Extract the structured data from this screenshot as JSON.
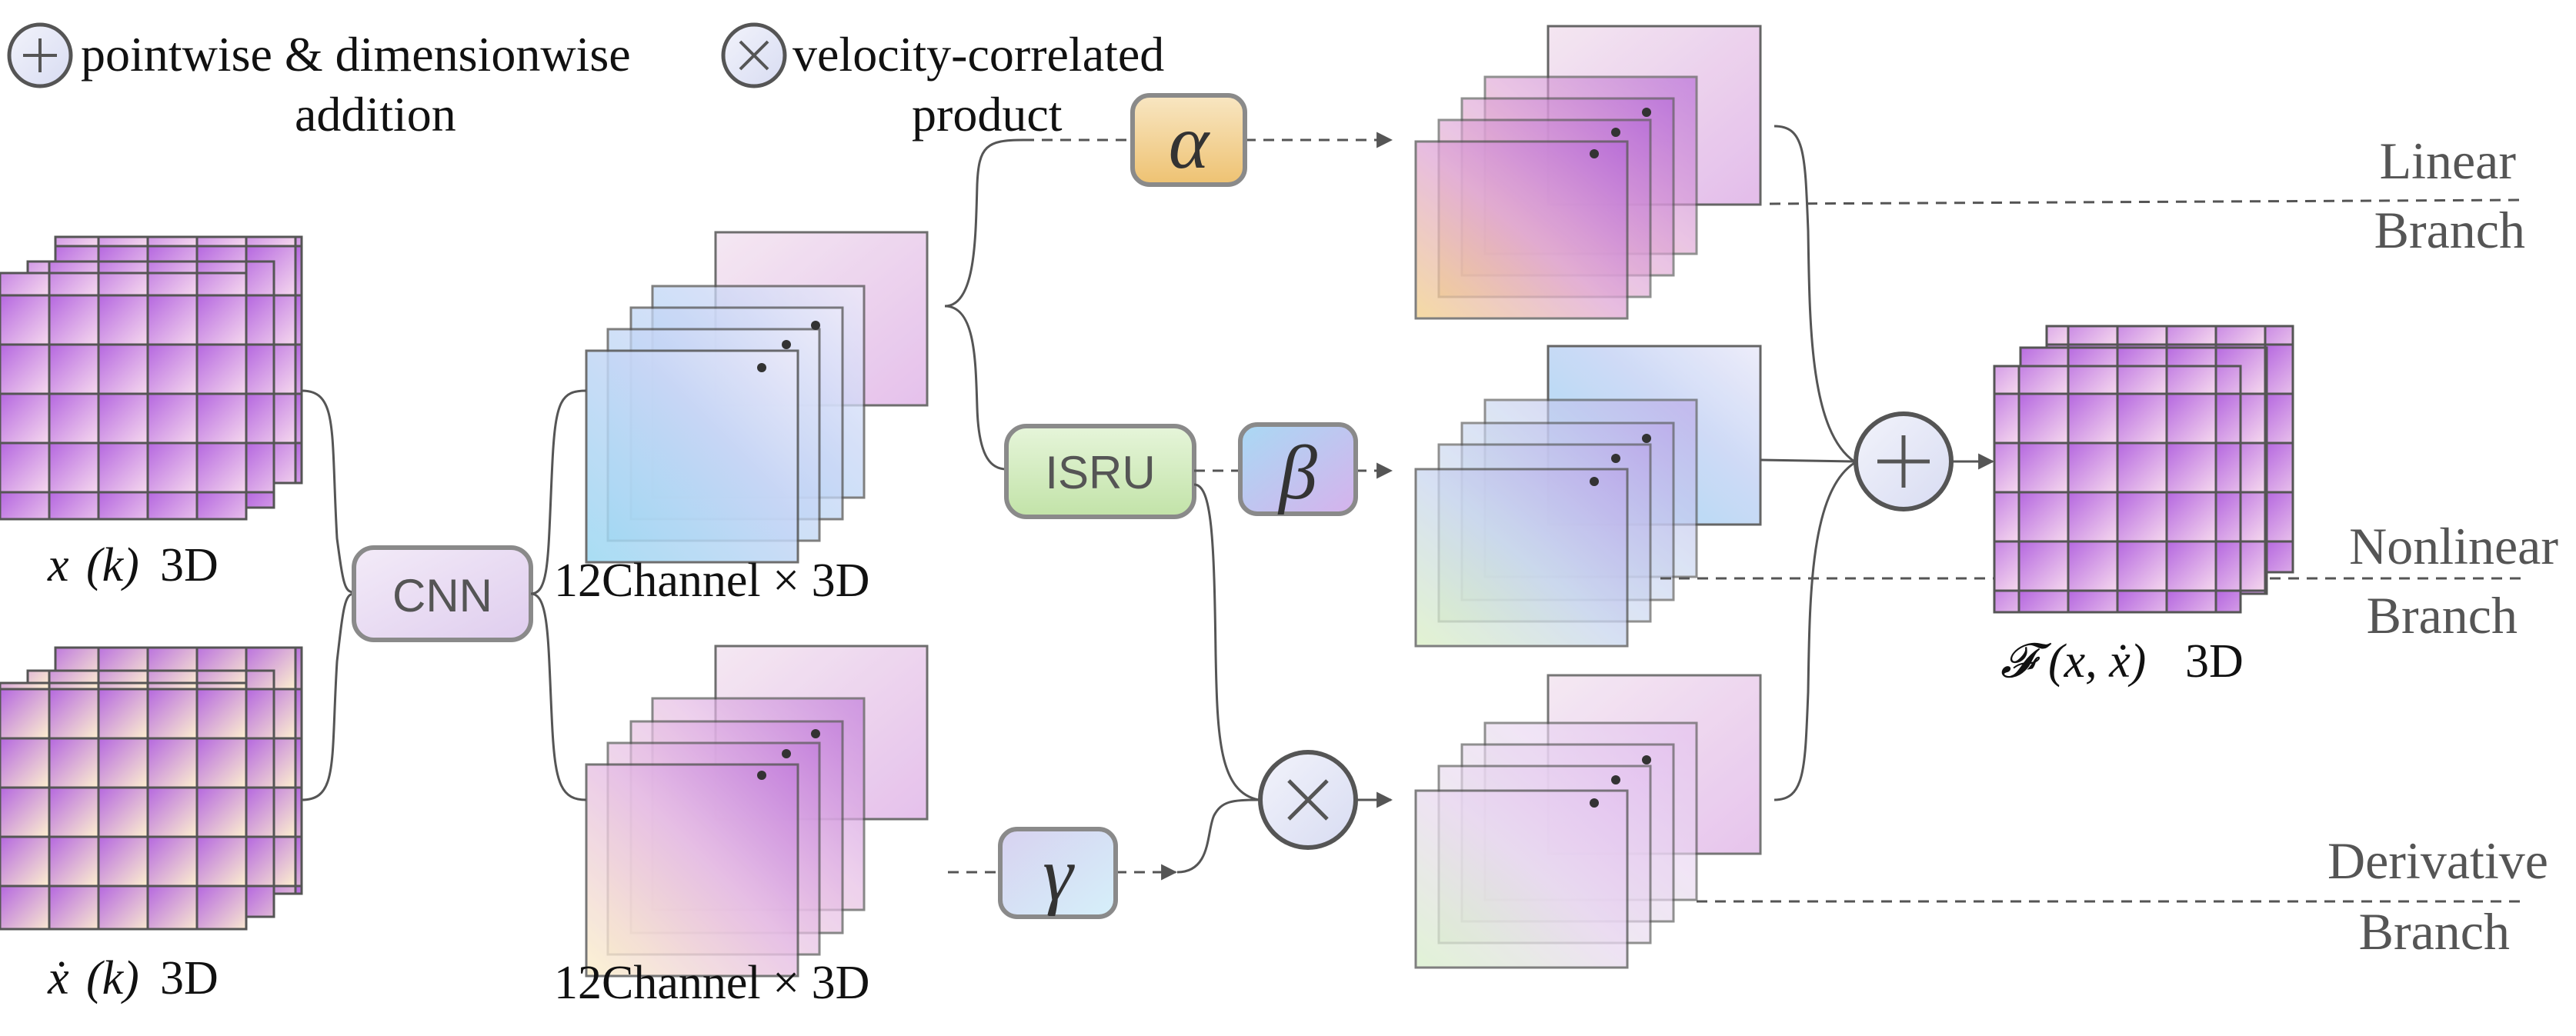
{
  "legend": {
    "add_line1": "pointwise & dimensionwise",
    "add_line2": "addition",
    "mul_line1": "velocity-correlated",
    "mul_line2": "product"
  },
  "inputs": {
    "x_label_main": "x",
    "x_label_sub": "(k)",
    "x_label_dim": "3D",
    "xdot_label_main": "ẋ",
    "xdot_label_sub": "(k)",
    "xdot_label_dim": "3D"
  },
  "blocks": {
    "cnn": "CNN",
    "isru": "ISRU",
    "alpha": "α",
    "beta": "β",
    "gamma": "γ",
    "add_symbol": "+",
    "mul_symbol": "×"
  },
  "channels": {
    "upper_label": "12Channel × 3D",
    "lower_label": "12Channel × 3D"
  },
  "branches": {
    "linear_line1": "Linear",
    "linear_line2": "Branch",
    "nonlinear_line1": "Nonlinear",
    "nonlinear_line2": "Branch",
    "derivative_line1": "Derivative",
    "derivative_line2": "Branch"
  },
  "output": {
    "label_main": "𝓕",
    "label_sub": "(x, ẋ)",
    "label_dim": "3D"
  },
  "colors": {
    "grid_purple": "#c77ee6",
    "grid_cream": "#fbe6c2",
    "cnn_fill": "#ece0f4",
    "isru_fill": "#d4ecc4",
    "alpha_fill": "#f4d9a0",
    "beta_fill": "#c9c6f0",
    "gamma_fill": "#e4e8f8",
    "op_fill": "#e6eaf8"
  }
}
